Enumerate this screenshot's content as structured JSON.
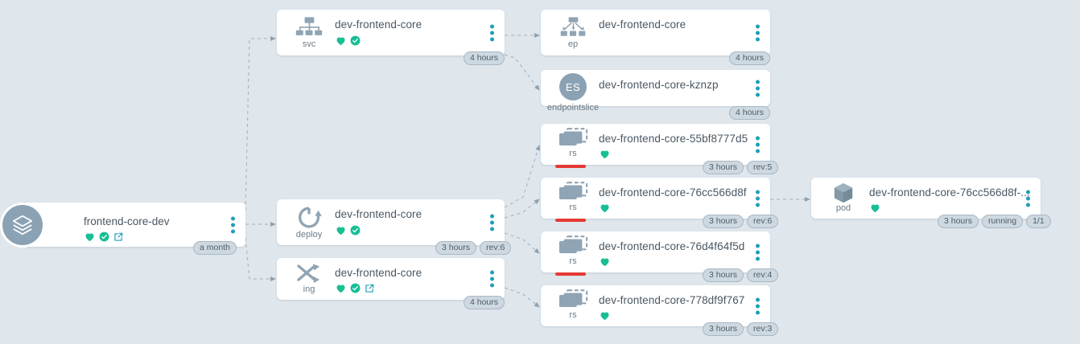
{
  "meta": {
    "background_color": "#dfe6ec",
    "card_color": "#ffffff",
    "accent_teal": "#1d9fb8",
    "healthy_green": "#18be94",
    "icon_gray": "#8fa4b4",
    "degraded_red": "#e53935"
  },
  "application": {
    "name": "frontend-core-dev",
    "kind_icon": "stack-layers-icon",
    "health_icon": "heart-icon",
    "sync_icon": "check-circle-icon",
    "link_icon": "external-link-icon",
    "menu_icon": "kebab-menu-icon",
    "pills": [
      "a month"
    ]
  },
  "nodes": [
    {
      "id": "svc",
      "kind": "svc",
      "kind_icon": "service-tree-icon",
      "name": "dev-frontend-core",
      "icons": [
        "heart-icon",
        "check-circle-icon"
      ],
      "pills": [
        "4 hours"
      ],
      "degraded": false
    },
    {
      "id": "deploy",
      "kind": "deploy",
      "kind_icon": "rotate-arrow-icon",
      "name": "dev-frontend-core",
      "icons": [
        "heart-icon",
        "check-circle-icon"
      ],
      "pills": [
        "3 hours",
        "rev:6"
      ],
      "degraded": false
    },
    {
      "id": "ing",
      "kind": "ing",
      "kind_icon": "shuffle-arrows-icon",
      "name": "dev-frontend-core",
      "icons": [
        "heart-icon",
        "check-circle-icon",
        "external-link-icon"
      ],
      "pills": [
        "4 hours"
      ],
      "degraded": false
    },
    {
      "id": "ep",
      "kind": "ep",
      "kind_icon": "endpoints-icon",
      "name": "dev-frontend-core",
      "icons": [],
      "pills": [
        "4 hours"
      ],
      "degraded": false
    },
    {
      "id": "endpointslice",
      "kind": "endpointslice",
      "kind_icon": "es-circle-icon",
      "kind_badge_text": "ES",
      "name": "dev-frontend-core-kznzp",
      "icons": [],
      "pills": [
        "4 hours"
      ],
      "degraded": false
    },
    {
      "id": "rs5",
      "kind": "rs",
      "kind_icon": "replicaset-icon",
      "name": "dev-frontend-core-55bf8777d5",
      "icons": [
        "heart-icon"
      ],
      "pills": [
        "3 hours",
        "rev:5"
      ],
      "degraded": true
    },
    {
      "id": "rs6",
      "kind": "rs",
      "kind_icon": "replicaset-icon",
      "name": "dev-frontend-core-76cc566d8f",
      "icons": [
        "heart-icon"
      ],
      "pills": [
        "3 hours",
        "rev:6"
      ],
      "degraded": true
    },
    {
      "id": "rs4",
      "kind": "rs",
      "kind_icon": "replicaset-icon",
      "name": "dev-frontend-core-76d4f64f5d",
      "icons": [
        "heart-icon"
      ],
      "pills": [
        "3 hours",
        "rev:4"
      ],
      "degraded": true
    },
    {
      "id": "rs3",
      "kind": "rs",
      "kind_icon": "replicaset-icon",
      "name": "dev-frontend-core-778df9f767",
      "icons": [
        "heart-icon"
      ],
      "pills": [
        "3 hours",
        "rev:3"
      ],
      "degraded": false
    },
    {
      "id": "pod",
      "kind": "pod",
      "kind_icon": "cube-icon",
      "name": "dev-frontend-core-76cc566d8f-...",
      "icons": [
        "heart-icon"
      ],
      "pills": [
        "3 hours",
        "running",
        "1/1"
      ],
      "degraded": false
    }
  ]
}
